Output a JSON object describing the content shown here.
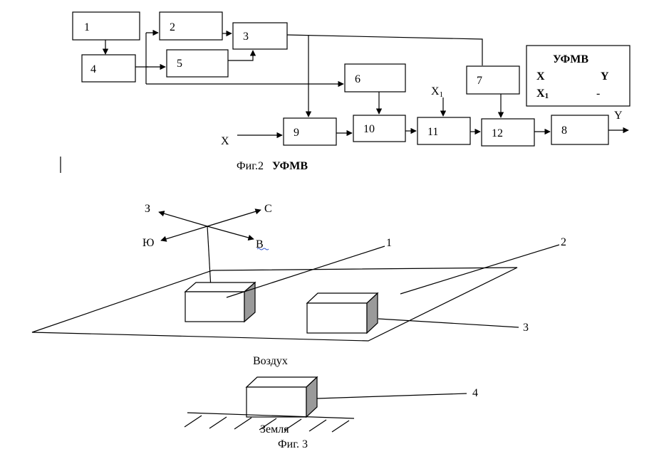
{
  "fig2": {
    "blocks": [
      "1",
      "2",
      "3",
      "4",
      "5",
      "6",
      "7",
      "8",
      "9",
      "10",
      "11",
      "12"
    ],
    "input_x": "X",
    "input_x1": "X",
    "input_x1_sub": "1",
    "output_y": "Y",
    "legend": {
      "title": "УФМВ",
      "x": "X",
      "y": "Y",
      "x1": "X",
      "x1_sub": "1",
      "dash": "-"
    },
    "caption_prefix": "Фиг.2",
    "caption_bold": "УФМВ"
  },
  "fig3": {
    "compass": {
      "n": "С",
      "s": "Ю",
      "w": "З",
      "e": "В"
    },
    "callouts": [
      "1",
      "2",
      "3",
      "4"
    ],
    "air_label": "Воздух",
    "ground_label": "Земля",
    "caption": "Фиг. 3"
  }
}
